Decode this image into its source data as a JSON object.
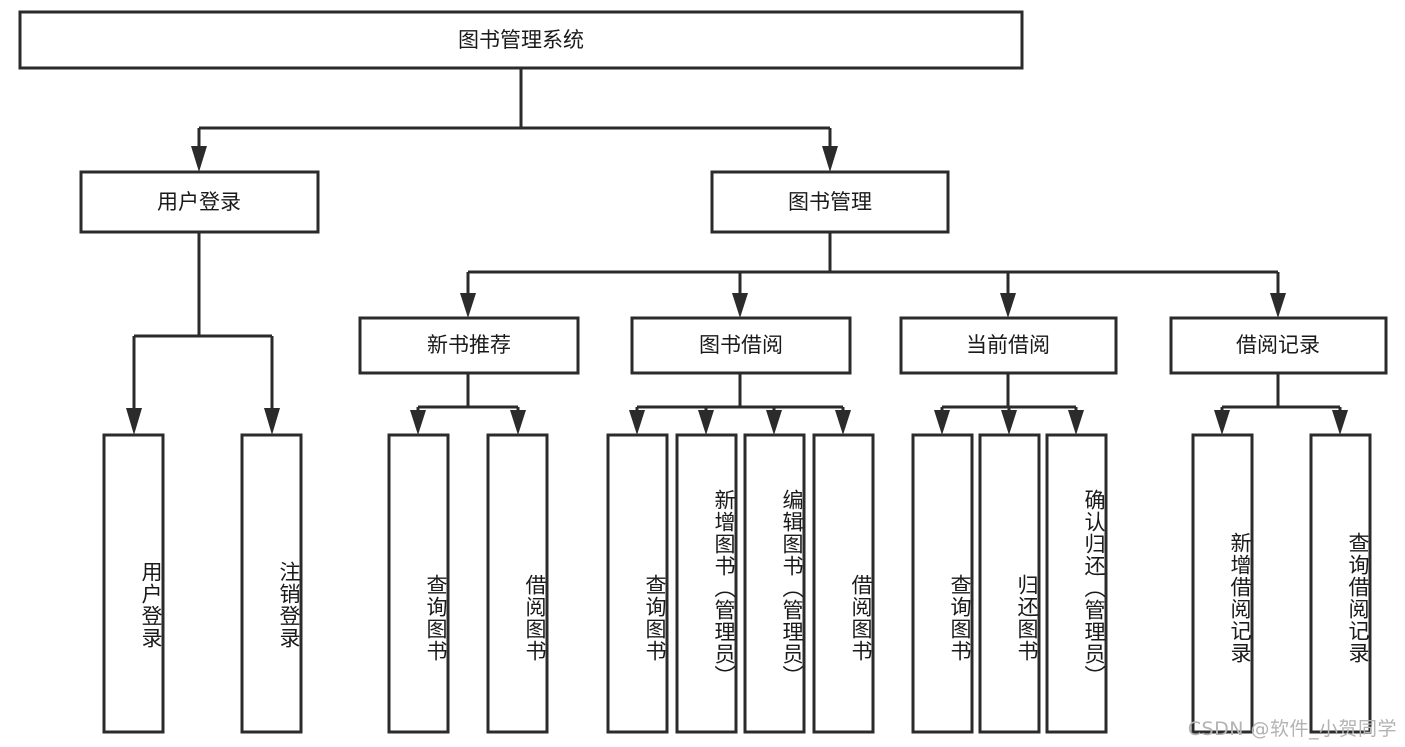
{
  "diagram": {
    "type": "tree-hierarchy",
    "title": "图书管理系统",
    "orientation": "top-down",
    "colors": {
      "background": "#ffffff",
      "box_fill": "#ffffff",
      "stroke": "#2b2b2b",
      "text": "#1a1a1a",
      "watermark": "#b3b3b3"
    },
    "root": {
      "label": "图书管理系统"
    },
    "level2": [
      {
        "label": "用户登录"
      },
      {
        "label": "图书管理"
      }
    ],
    "level3": [
      {
        "label": "新书推荐",
        "parent": "图书管理"
      },
      {
        "label": "图书借阅",
        "parent": "图书管理"
      },
      {
        "label": "当前借阅",
        "parent": "图书管理"
      },
      {
        "label": "借阅记录",
        "parent": "图书管理"
      }
    ],
    "leaves": {
      "用户登录": [
        {
          "label": "用户登录"
        },
        {
          "label": "注销登录"
        }
      ],
      "新书推荐": [
        {
          "label": "查询图书"
        },
        {
          "label": "借阅图书"
        }
      ],
      "图书借阅": [
        {
          "label": "查询图书"
        },
        {
          "label": "新增图书（管理员）"
        },
        {
          "label": "编辑图书（管理员）"
        },
        {
          "label": "借阅图书"
        }
      ],
      "当前借阅": [
        {
          "label": "查询图书"
        },
        {
          "label": "归还图书"
        },
        {
          "label": "确认归还（管理员）"
        }
      ],
      "借阅记录": [
        {
          "label": "新增借阅记录"
        },
        {
          "label": "查询借阅记录"
        }
      ]
    }
  },
  "watermark": {
    "text": "CSDN @软件_小贺同学"
  }
}
